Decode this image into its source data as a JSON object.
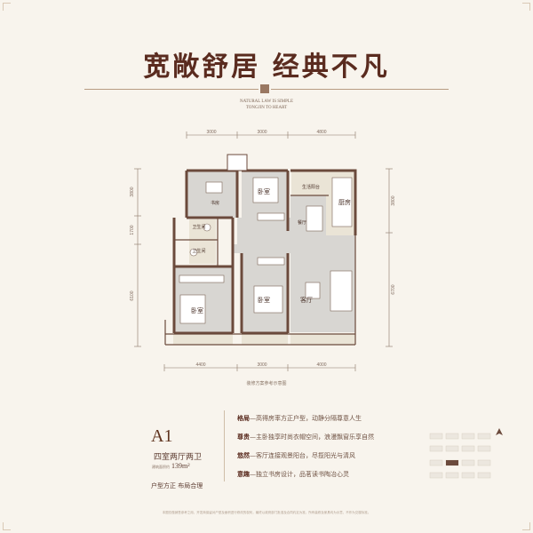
{
  "header": {
    "title": "宽敞舒居  经典不凡",
    "subtitle_line1": "NATURAL LAW IS SIMPLE",
    "subtitle_line2": "TONGJIN TO HEART"
  },
  "plan": {
    "dims_top": [
      "3000",
      "3000",
      "4800"
    ],
    "dims_bottom": [
      "4400",
      "3000",
      "4000"
    ],
    "dims_left": [
      "3800",
      "1700",
      "6100"
    ],
    "dims_right": [
      "3800",
      "6700"
    ],
    "rooms": {
      "study": "书房",
      "bedroom_top": "卧室",
      "balcony": "生活阳台",
      "kitchen": "厨房",
      "dining": "餐厅",
      "bath1": "卫生间",
      "bath2": "卫生间",
      "bedroom_left": "卧室",
      "bedroom_center": "卧室",
      "living": "客厅"
    },
    "note": "装修方案参考示意图"
  },
  "unit": {
    "code": "A1",
    "type_name": "四室两厅两卫",
    "area_label": "建筑面积约",
    "area_value": "139m²",
    "tagline": "户型方正  布局合理"
  },
  "features": [
    {
      "key": "格局",
      "text": "—高得房率方正户型，动静分隔尊意人生"
    },
    {
      "key": "尊贵",
      "text": "—主卧独享时尚衣帽空间，浪漫飘窗乐享自然"
    },
    {
      "key": "悠然",
      "text": "—客厅连接观景阳台，尽揽阳光与清风"
    },
    {
      "key": "意趣",
      "text": "—独立书房设计，品茗读书陶冶心灵"
    }
  ],
  "footer_text": "本图仅做销售参考之用，开发商保留对户型及面积进行修改的权利，最终以政府部门批准及合同约定为准，所有装修及家具均为示意，不作为交楼标准。",
  "colors": {
    "brand": "#5a2b1f",
    "wall": "#6b4a3c",
    "floor": "#d8d6d2",
    "background": "#f8f4ed"
  }
}
